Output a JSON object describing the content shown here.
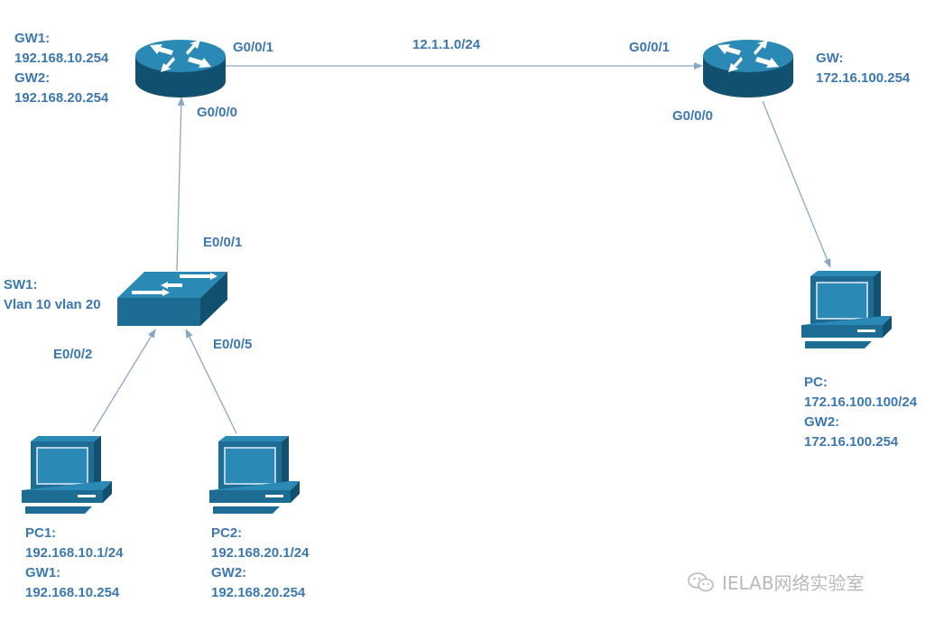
{
  "colors": {
    "label": "#3b78b0",
    "device_dark": "#11506e",
    "device_mid": "#1d6c94",
    "device_light": "#2b89b6",
    "link": "#8aa8c6",
    "watermark": "#b9b9b9"
  },
  "routers": {
    "r1": {
      "icon": "router-icon",
      "label": [
        "GW1:",
        "192.168.10.254",
        "GW2:",
        "192.168.20.254"
      ],
      "port_right": "G0/0/1",
      "port_bottom": "G0/0/0"
    },
    "r2": {
      "icon": "router-icon",
      "label": [
        "GW:",
        "172.16.100.254"
      ],
      "port_left": "G0/0/1",
      "port_bottom": "G0/0/0"
    }
  },
  "wan_link": {
    "label": "12.1.1.0/24"
  },
  "switch": {
    "icon": "switch-icon",
    "label": [
      "SW1:",
      "Vlan 10 vlan 20"
    ],
    "port_up": "E0/0/1",
    "port_left": "E0/0/2",
    "port_right": "E0/0/5"
  },
  "pcs": {
    "pc1": {
      "icon": "computer-icon",
      "label": [
        "PC1:",
        "192.168.10.1/24",
        "GW1:",
        "192.168.10.254"
      ]
    },
    "pc2": {
      "icon": "computer-icon",
      "label": [
        "PC2:",
        "192.168.20.1/24",
        "GW2:",
        "192.168.20.254"
      ]
    },
    "pc3": {
      "icon": "computer-icon",
      "label": [
        "PC:",
        "172.16.100.100/24",
        "GW2:",
        "172.16.100.254"
      ]
    }
  },
  "watermark": {
    "icon": "wechat-icon",
    "text": "IELAB网络实验室"
  }
}
